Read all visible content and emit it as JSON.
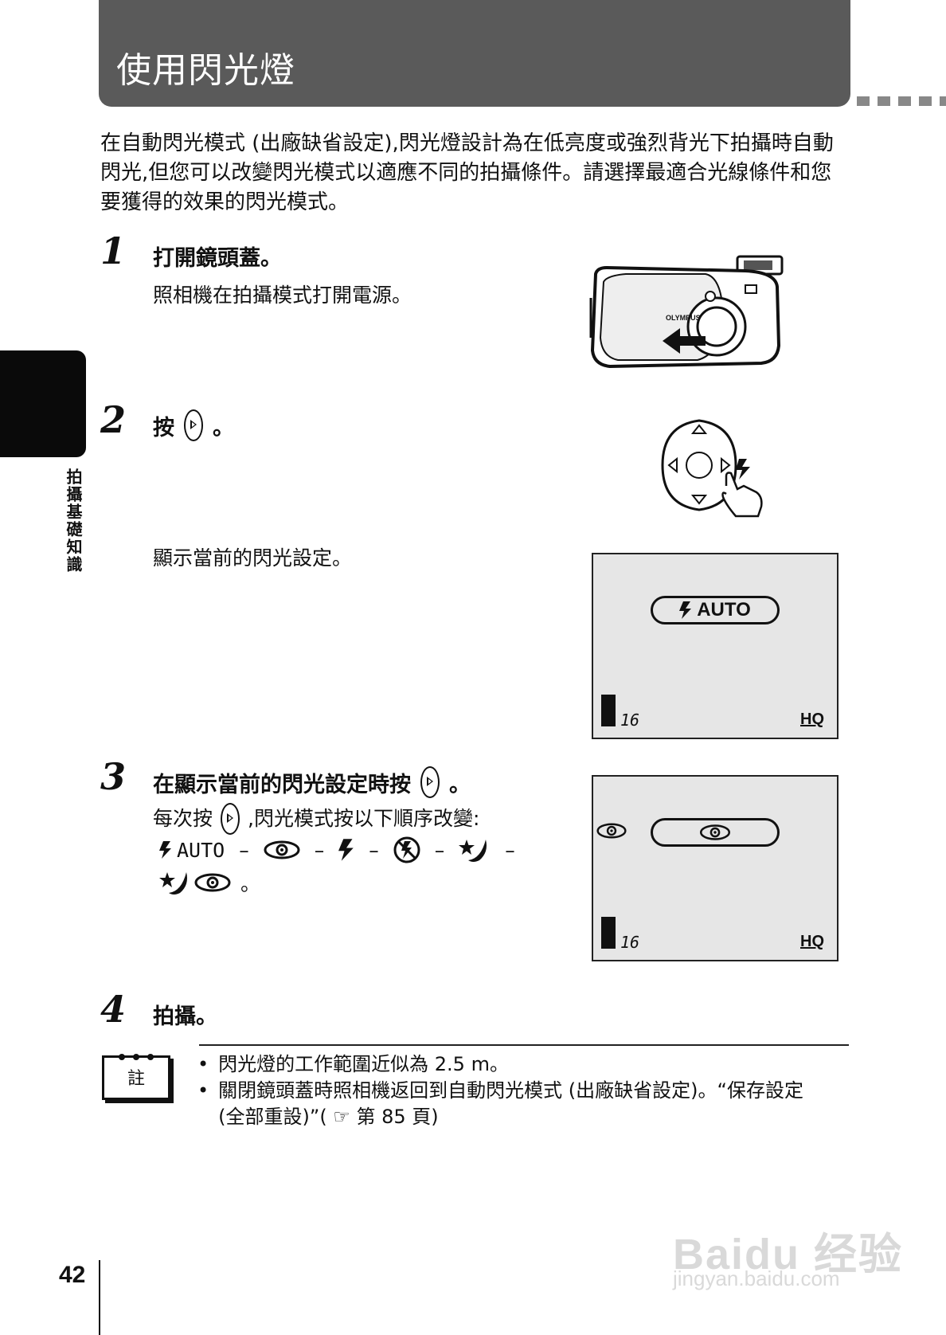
{
  "header": {
    "title": "使用閃光燈"
  },
  "intro": "在自動閃光模式 (出廠缺省設定),閃光燈設計為在低亮度或強烈背光下拍攝時自動閃光,但您可以改變閃光模式以適應不同的拍攝條件。請選擇最適合光線條件和您要獲得的效果的閃光模式。",
  "side_tab": {
    "label": "拍攝基礎知識"
  },
  "steps": [
    {
      "number": "1",
      "title": "打開鏡頭蓋。",
      "body": "照相機在拍攝模式打開電源。"
    },
    {
      "number": "2",
      "title_prefix": "按",
      "title_suffix": "。",
      "body": "顯示當前的閃光設定。"
    },
    {
      "number": "3",
      "title_prefix": "在顯示當前的閃光設定時按",
      "title_suffix": "。",
      "body_prefix": "每次按",
      "body_suffix": ",閃光模式按以下順序改變:",
      "sequence": [
        "AUTO",
        "–",
        "–",
        "–",
        "–",
        "–",
        "。"
      ]
    },
    {
      "number": "4",
      "title": "拍攝。"
    }
  ],
  "camera": {
    "brand": "OLYMPUS"
  },
  "lcd1": {
    "mode_text": "AUTO",
    "count": "16",
    "quality": "HQ"
  },
  "lcd2": {
    "count": "16",
    "quality": "HQ"
  },
  "note": {
    "label": "註",
    "items": [
      "閃光燈的工作範圍近似為 2.5 m。",
      "關閉鏡頭蓋時照相機返回到自動閃光模式 (出廠缺省設定)。“保存設定 (全部重設)”( ☞ 第 85 頁)"
    ]
  },
  "page_number": "42",
  "watermark": {
    "main": "Baidu 经验",
    "sub": "jingyan.baidu.com"
  }
}
